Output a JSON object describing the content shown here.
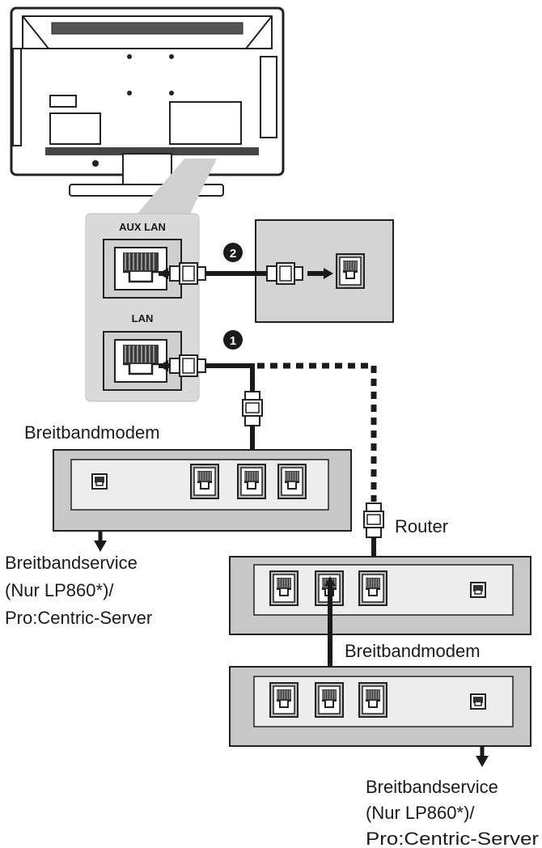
{
  "labels": {
    "aux_lan": "AUX LAN",
    "lan": "LAN",
    "step1": "1",
    "step2": "2",
    "modem_left": "Breitbandmodem",
    "router": "Router",
    "modem_right": "Breitbandmodem",
    "service_left": [
      "Breitbandservice",
      "(Nur LP860*)/",
      "Pro:Centric-Server"
    ],
    "service_right": [
      "Breitbandservice",
      "(Nur LP860*)/",
      "Pro:Centric-Server"
    ]
  },
  "colors": {
    "outline": "#222222",
    "device_fill": "#c8c8c8",
    "panel_fill": "#d9d9d9",
    "inner_fill": "#ededed",
    "cable": "#1a1a1a"
  },
  "icons": [
    "tv-back-icon",
    "rj45-port-icon",
    "ethernet-plug-icon",
    "arrow-icon"
  ]
}
